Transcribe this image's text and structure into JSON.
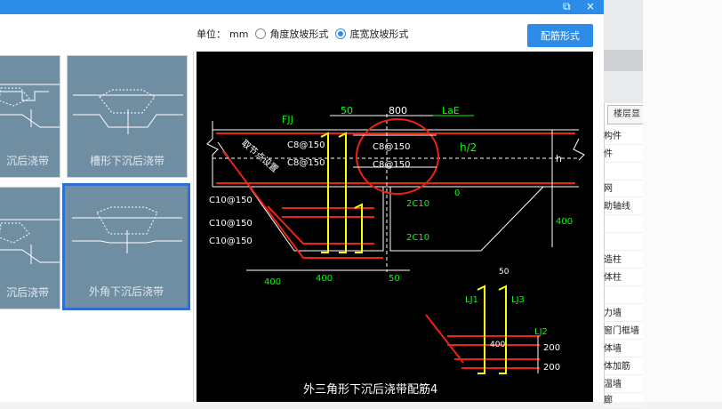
{
  "titlebar": {
    "restore_glyph": "⧉",
    "close_glyph": "×"
  },
  "toolbar": {
    "unit_label": "单位：",
    "unit_value": "mm",
    "option_angle": "角度放坡形式",
    "option_width": "底宽放坡形式",
    "selected_option": "option_width",
    "config_button": "配筋形式"
  },
  "thumbnails": [
    {
      "caption": "沉后浇带"
    },
    {
      "caption": "槽形下沉后浇带"
    },
    {
      "caption": "沉后浇带"
    },
    {
      "caption": "外角下沉后浇带",
      "selected": true
    }
  ],
  "cad": {
    "title": "外三角形下沉后浇带配筋4",
    "labels": {
      "fjj": "FJJ",
      "d50_top": "50",
      "d800": "800",
      "lae": "LaE",
      "c8_1": "C8@150",
      "c8_2": "C8@150",
      "c8_3": "C8@150",
      "c8_4": "C8@150",
      "h2": "h/2",
      "h": "h",
      "c10_1": "C10@150",
      "c10_2": "C10@150",
      "c10_3": "C10@150",
      "twoc10_1": "2C10",
      "twoc10_2": "2C10",
      "zero": "0",
      "d400_right": "400",
      "d400_a": "400",
      "d400_b": "400",
      "d50_bot": "50",
      "slope_note": "取节点设置",
      "lj1": "LJ1",
      "lj3": "LJ3",
      "lj2": "LJ2",
      "d50_small": "50",
      "d400_small": "400",
      "d200_a": "200",
      "d200_b": "200"
    }
  },
  "side": {
    "tab": "楼层显",
    "items": [
      "构件",
      "件",
      "",
      "网",
      "助轴线",
      "",
      "",
      "造柱",
      "体柱",
      "",
      "",
      "力墙",
      "窗门框墙",
      "体墙",
      "体加筋",
      "温墙",
      "廊"
    ]
  }
}
